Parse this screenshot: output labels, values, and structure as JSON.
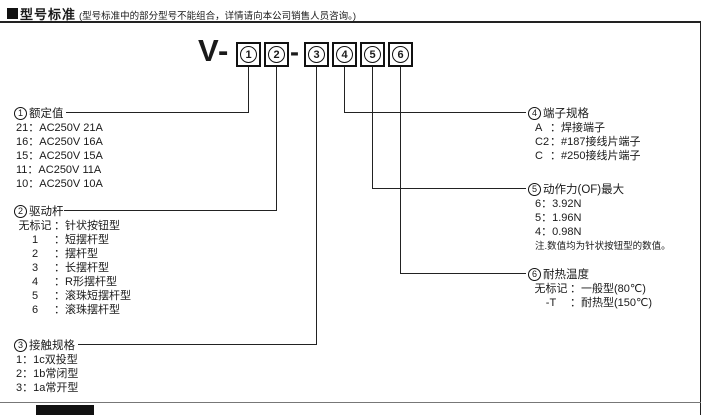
{
  "header": {
    "title": "型号标准",
    "note": "(型号标准中的部分型号不能组合，详情请向本公司销售人员咨询。)"
  },
  "labels": {
    "colon": "："
  },
  "model": {
    "prefix": "V-",
    "dash": "-",
    "digits": [
      "1",
      "2",
      "3",
      "4",
      "5",
      "6"
    ]
  },
  "sections": {
    "rated_value": {
      "num": "1",
      "title": "额定值",
      "items": [
        "21：AC250V 21A",
        "16：AC250V 16A",
        "15：AC250V 15A",
        "11：AC250V 11A",
        "10：AC250V 10A"
      ]
    },
    "actuator": {
      "num": "2",
      "title": "驱动杆",
      "items": [
        {
          "code": "无标记",
          "desc": "针状按钮型"
        },
        {
          "code": "1",
          "desc": "短摆杆型"
        },
        {
          "code": "2",
          "desc": "摆杆型"
        },
        {
          "code": "3",
          "desc": "长摆杆型"
        },
        {
          "code": "4",
          "desc": "R形摆杆型"
        },
        {
          "code": "5",
          "desc": "滚珠短摆杆型"
        },
        {
          "code": "6",
          "desc": "滚珠摆杆型"
        }
      ]
    },
    "contact_spec": {
      "num": "3",
      "title": "接触规格",
      "items": [
        "1：1c双投型",
        "2：1b常闭型",
        "3：1a常开型"
      ]
    },
    "terminal_spec": {
      "num": "4",
      "title": "端子规格",
      "items": [
        {
          "code": "A",
          "desc": "焊接端子"
        },
        {
          "code": "C2",
          "desc": "#187接线片端子"
        },
        {
          "code": "C",
          "desc": "#250接线片端子"
        }
      ]
    },
    "operating_force": {
      "num": "5",
      "title": "动作力(OF)最大",
      "items": [
        "6：3.92N",
        "5：1.96N",
        "4：0.98N"
      ],
      "note": "注.数值均为针状按钮型的数值。"
    },
    "heat_resistance": {
      "num": "6",
      "title": "耐热温度",
      "items": [
        {
          "code": "无标记",
          "desc": "一般型(80℃)"
        },
        {
          "code": "-T",
          "desc": "耐热型(150℃)"
        }
      ]
    }
  }
}
